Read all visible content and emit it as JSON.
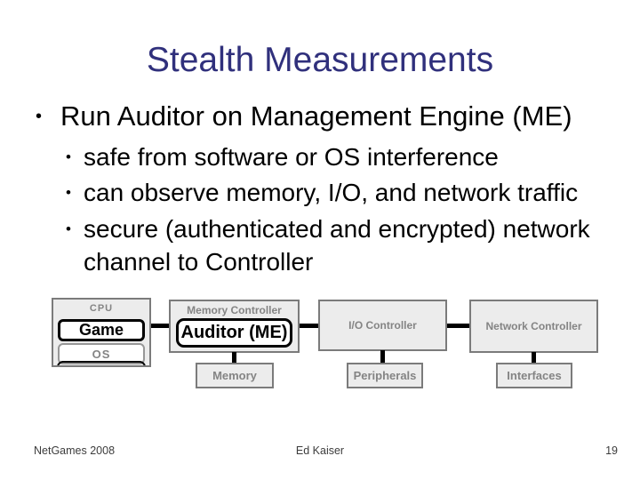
{
  "title": "Stealth Measurements",
  "bullets": {
    "marker": "•",
    "main": "Run Auditor on Management Engine (ME)",
    "subs": [
      "safe from software or OS interference",
      "can observe memory, I/O, and network traffic",
      "secure (authenticated and encrypted) network channel to Controller"
    ]
  },
  "diagram": {
    "cpu": {
      "label": "CPU",
      "game": "Game",
      "os": "OS"
    },
    "memory_controller": {
      "label": "Memory Controller",
      "inner": "Auditor (ME)",
      "attached": "Memory"
    },
    "io_controller": {
      "label": "I/O Controller",
      "attached": "Peripherals"
    },
    "network_controller": {
      "label": "Network Controller",
      "attached": "Interfaces"
    }
  },
  "footer": {
    "conference": "NetGames 2008",
    "author": "Ed Kaiser",
    "page": "19"
  },
  "colors": {
    "title_text": "#30307C",
    "body_text": "#000000",
    "box_fill": "#ECECEC",
    "box_border": "#7B7B7B",
    "box_gray_text": "#848484",
    "connector": "#000000",
    "background": "#FFFFFF"
  }
}
